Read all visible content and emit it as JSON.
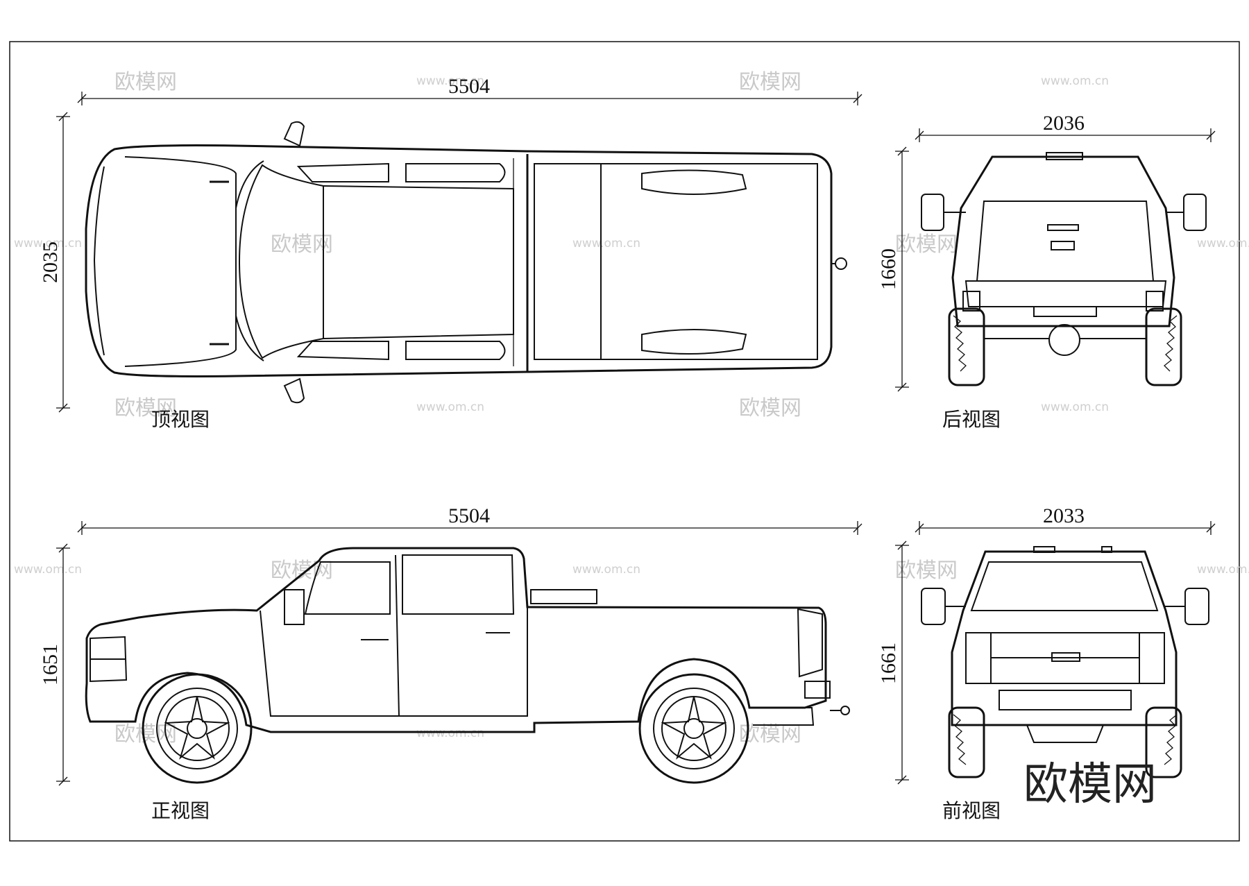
{
  "views": {
    "top": {
      "caption": "顶视图",
      "length": "5504",
      "width": "2035"
    },
    "rear": {
      "caption": "后视图",
      "width": "2036",
      "height": "1660"
    },
    "side": {
      "caption": "正视图",
      "length": "5504",
      "height": "1651"
    },
    "front": {
      "caption": "前视图",
      "width": "2033",
      "height": "1661"
    }
  },
  "branding": {
    "logo_text": "欧模网",
    "watermark_text": "欧模网",
    "watermark_url": "www.om.cn"
  }
}
